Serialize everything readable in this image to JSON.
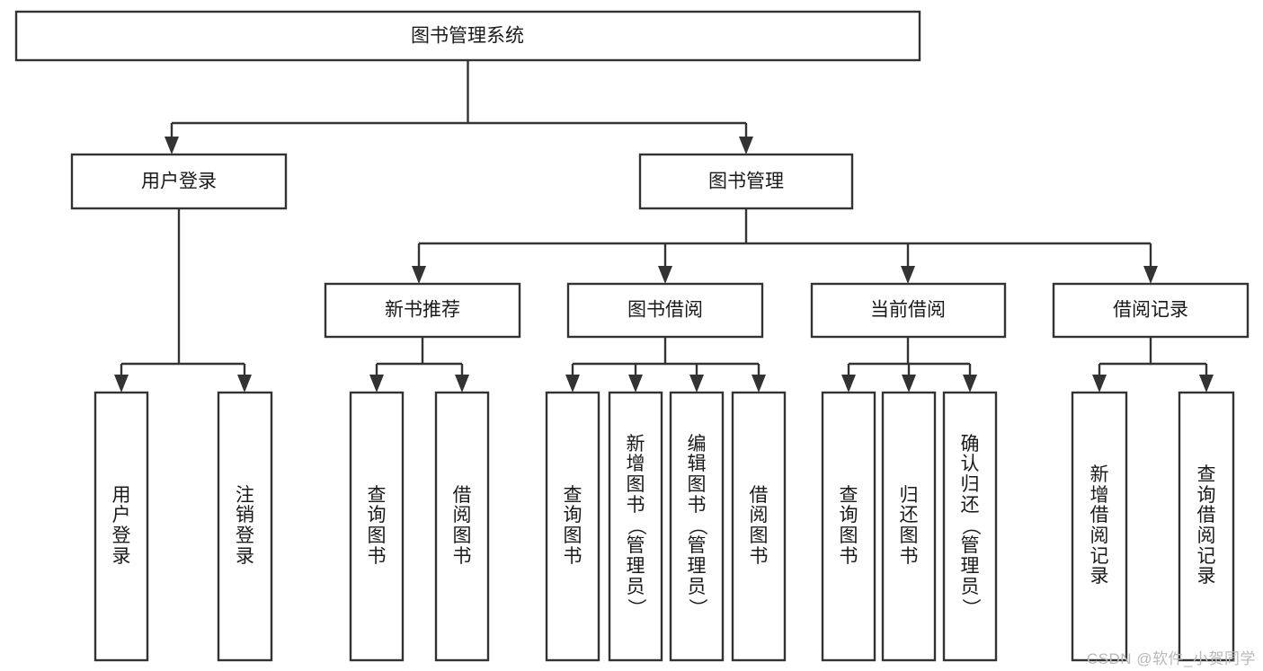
{
  "diagram": {
    "type": "tree-hierarchy-chart",
    "title": "图书管理系统",
    "orientation": "top-down",
    "colors": {
      "box_stroke": "#333333",
      "box_fill": "#ffffff",
      "text": "#1a1a1a",
      "background": "#ffffff",
      "watermark": "#b9b9b9"
    },
    "root": {
      "label": "图书管理系统",
      "id": "root-system"
    },
    "level2": [
      {
        "id": "user-login",
        "label": "用户登录"
      },
      {
        "id": "book-management",
        "label": "图书管理"
      }
    ],
    "level3": [
      {
        "id": "new-book-recommend",
        "label": "新书推荐",
        "parent": "book-management"
      },
      {
        "id": "book-borrow",
        "label": "图书借阅",
        "parent": "book-management"
      },
      {
        "id": "current-borrow",
        "label": "当前借阅",
        "parent": "book-management"
      },
      {
        "id": "borrow-record",
        "label": "借阅记录",
        "parent": "book-management"
      }
    ],
    "leaves": {
      "user-login": [
        {
          "id": "leaf-user-login",
          "label": "用户登录"
        },
        {
          "id": "leaf-logout-login",
          "label": "注销登录"
        }
      ],
      "new-book-recommend": [
        {
          "id": "leaf-query-book-1",
          "label": "查询图书"
        },
        {
          "id": "leaf-borrow-book-1",
          "label": "借阅图书"
        }
      ],
      "book-borrow": [
        {
          "id": "leaf-query-book-2",
          "label": "查询图书"
        },
        {
          "id": "leaf-add-book",
          "label": "新增图书（管理员）"
        },
        {
          "id": "leaf-edit-book",
          "label": "编辑图书（管理员）"
        },
        {
          "id": "leaf-borrow-book-2",
          "label": "借阅图书"
        }
      ],
      "current-borrow": [
        {
          "id": "leaf-query-book-3",
          "label": "查询图书"
        },
        {
          "id": "leaf-return-book",
          "label": "归还图书"
        },
        {
          "id": "leaf-confirm-return",
          "label": "确认归还（管理员）"
        }
      ],
      "borrow-record": [
        {
          "id": "leaf-add-record",
          "label": "新增借阅记录"
        },
        {
          "id": "leaf-query-record",
          "label": "查询借阅记录"
        }
      ]
    }
  },
  "watermark": {
    "text": "CSDN @软件_小贺同学"
  }
}
